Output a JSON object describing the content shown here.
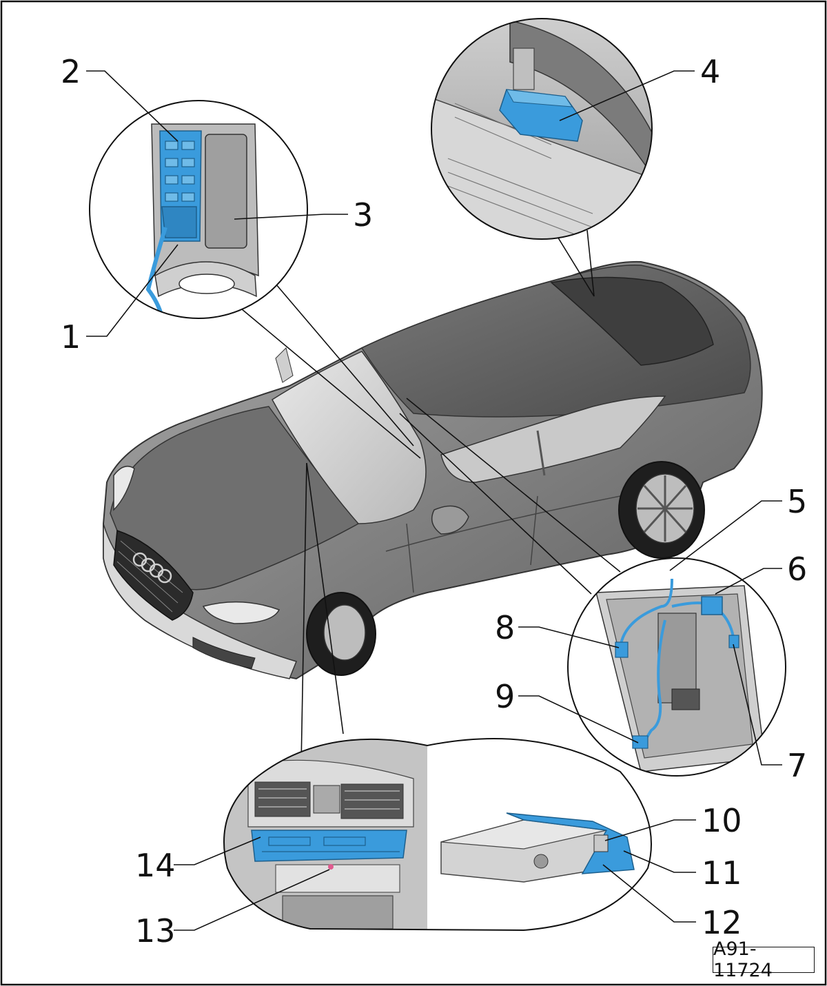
{
  "diagram": {
    "callouts": [
      "1",
      "2",
      "3",
      "4",
      "5",
      "6",
      "7",
      "8",
      "9",
      "10",
      "11",
      "12",
      "13",
      "14"
    ],
    "reference_code": "A91-11724"
  },
  "colors": {
    "component_highlight": "#3a9bdc",
    "car_body": "#8c8c8c",
    "outline": "#111111"
  }
}
